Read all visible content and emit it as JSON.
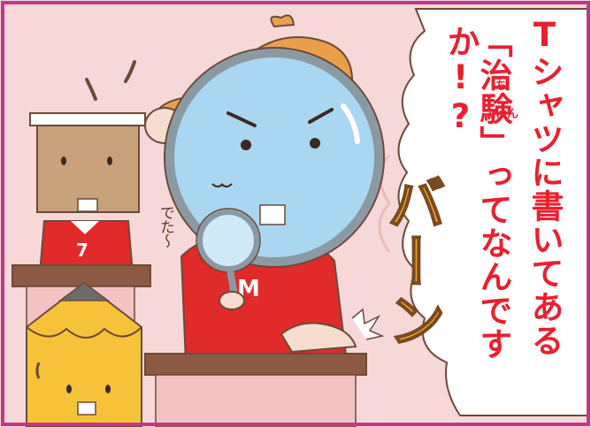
{
  "speech": {
    "line1": "Tシャツに書いてある",
    "line2": "「治験」ってなんですか!?",
    "ruby_chi": "ち",
    "ruby_ken": "けん"
  },
  "side_text": "でた〜",
  "sfx": "バーン",
  "shirt_mark": "M",
  "colors": {
    "border": "#c2378a",
    "wall": "#f7d8d8",
    "text_red": "#e8202f",
    "shirt_red": "#e12a2a",
    "desk": "#8c5a42",
    "hat": "#eaa04a",
    "face": "#a9d6f0",
    "sfx": "#f2a52a"
  }
}
